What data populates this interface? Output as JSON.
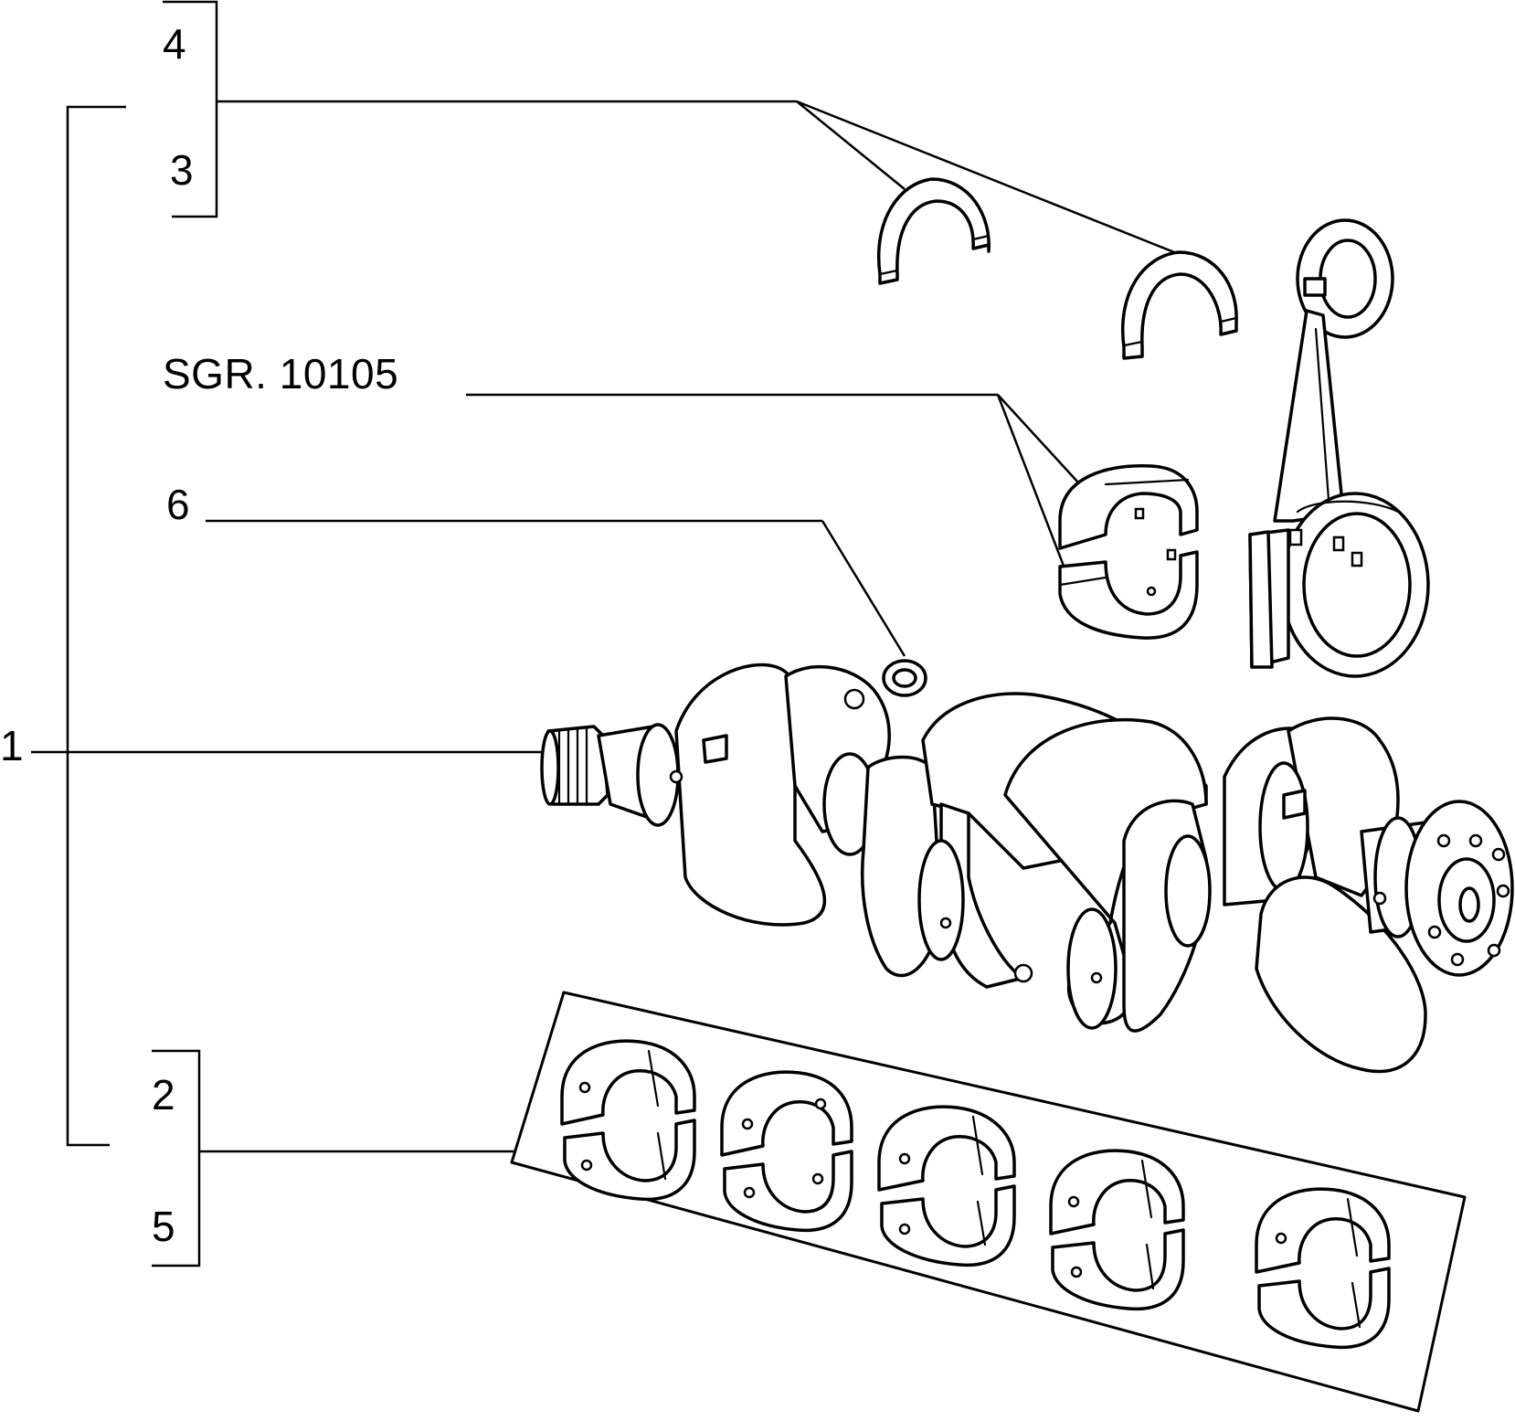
{
  "callouts": {
    "item_1": "1",
    "item_2": "2",
    "item_3": "3",
    "item_4": "4",
    "item_5": "5",
    "item_6": "6",
    "ref_group": "SGR. 10105"
  }
}
